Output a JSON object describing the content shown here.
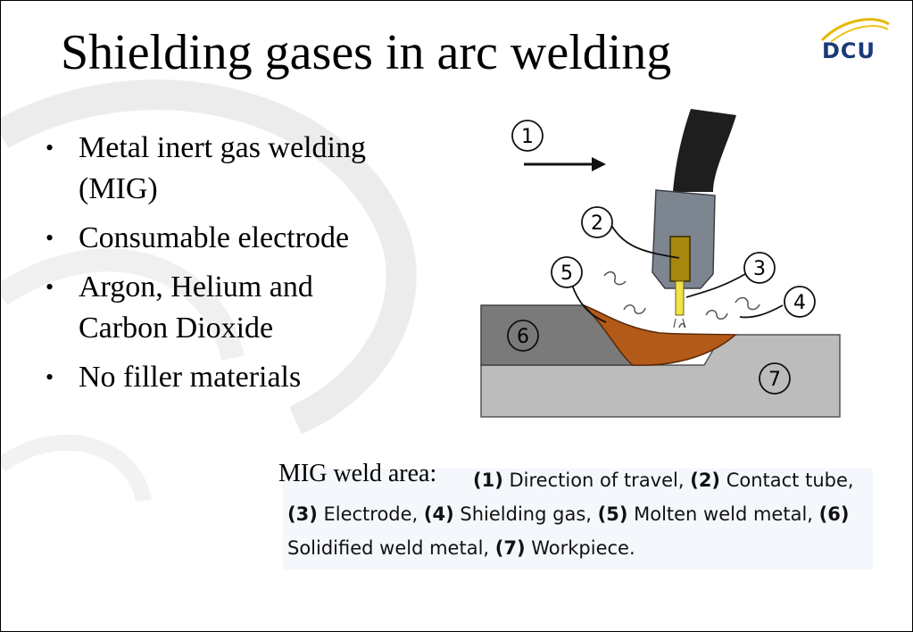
{
  "slide": {
    "title": "Shielding gases in arc welding",
    "logo_text": "DCU"
  },
  "bullets": [
    {
      "line1": "Metal inert gas welding",
      "line2": "(MIG)"
    },
    {
      "line1": "Consumable electrode",
      "line2": ""
    },
    {
      "line1": "Argon, Helium and",
      "line2": "Carbon Dioxide"
    },
    {
      "line1": "No filler materials",
      "line2": ""
    }
  ],
  "diagram": {
    "callouts": [
      "1",
      "2",
      "3",
      "4",
      "5",
      "6",
      "7"
    ],
    "colors": {
      "hose": "#1e1e1e",
      "nozzle": "#7d8690",
      "contact_tube": "#a8870e",
      "electrode": "#f2e24a",
      "molten_metal": "#b45a19",
      "solidified": "#7a7a7a",
      "workpiece": "#bcbcbc"
    }
  },
  "caption": {
    "label": "MIG weld area:",
    "n1": "(1)",
    "t1": " Direction of travel, ",
    "n2": "(2)",
    "t2": " Contact tube, ",
    "n3": "(3)",
    "t3": " Electrode, ",
    "n4": "(4)",
    "t4": " Shielding gas, ",
    "n5": "(5)",
    "t5": " Molten weld metal, ",
    "n6": "(6)",
    "t6": " Solidified weld metal, ",
    "n7": "(7)",
    "t7": " Workpiece."
  }
}
